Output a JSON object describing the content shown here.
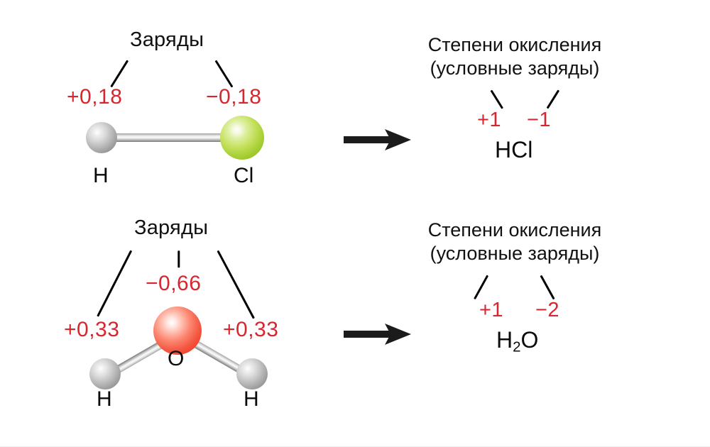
{
  "figure": {
    "background_color": "#ffffff",
    "charge_color": "#d8262f",
    "text_color": "#111111"
  },
  "rows": [
    {
      "id": "hcl",
      "left": {
        "callout_label": "Заряды",
        "charges": [
          {
            "id": "h-charge",
            "value": "+0,18"
          },
          {
            "id": "cl-charge",
            "value": "−0,18"
          }
        ],
        "atoms": [
          {
            "id": "atom-h",
            "label": "H",
            "color": "#b9b9b9"
          },
          {
            "id": "atom-cl",
            "label": "Cl",
            "color": "#a8cf34"
          }
        ]
      },
      "arrow": "→",
      "right": {
        "title_line1": "Степени окисления",
        "title_line2": "(условные заряды)",
        "states": [
          {
            "id": "h-state",
            "value": "+1"
          },
          {
            "id": "cl-state",
            "value": "−1"
          }
        ],
        "formula_parts": [
          {
            "text": "HCl",
            "sub": ""
          }
        ],
        "formula_plain": "HCl"
      }
    },
    {
      "id": "h2o",
      "left": {
        "callout_label": "Заряды",
        "charges": [
          {
            "id": "h1-charge",
            "value": "+0,33"
          },
          {
            "id": "o-charge",
            "value": "−0,66"
          },
          {
            "id": "h2-charge",
            "value": "+0,33"
          }
        ],
        "atoms": [
          {
            "id": "atom-h1",
            "label": "H",
            "color": "#b9b9b9"
          },
          {
            "id": "atom-o",
            "label": "O",
            "color": "#f55c45"
          },
          {
            "id": "atom-h2",
            "label": "H",
            "color": "#b9b9b9"
          }
        ]
      },
      "arrow": "→",
      "right": {
        "title_line1": "Степени окисления",
        "title_line2": "(условные заряды)",
        "states": [
          {
            "id": "h-state",
            "value": "+1"
          },
          {
            "id": "o-state",
            "value": "−2"
          }
        ],
        "formula_parts": [
          {
            "text": "H",
            "sub": "2"
          },
          {
            "text": "O",
            "sub": ""
          }
        ],
        "formula_plain": "H2O"
      }
    }
  ]
}
